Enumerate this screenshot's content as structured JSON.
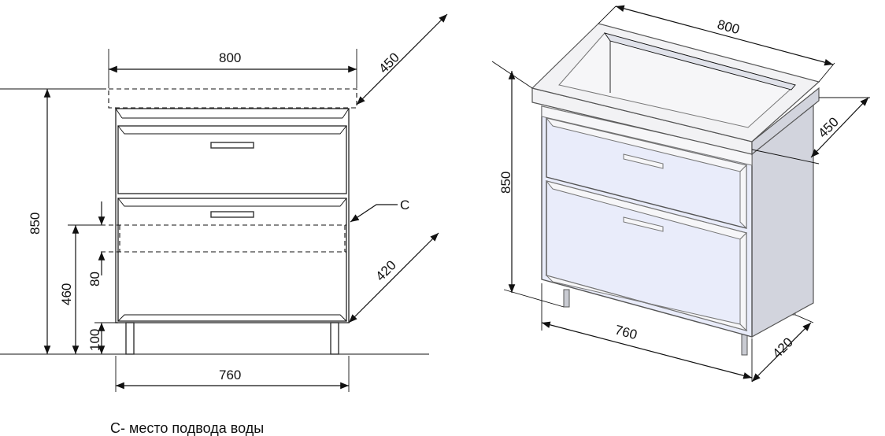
{
  "front_view": {
    "width_top": "800",
    "depth_top": "450",
    "height_total": "850",
    "water_height": "460",
    "water_zone": "80",
    "leg_height": "100",
    "width_bottom": "760",
    "depth_bottom": "420",
    "marker": "С"
  },
  "iso_view": {
    "width_top": "800",
    "depth_top": "450",
    "height_total": "850",
    "width_bottom": "760",
    "depth_bottom": "420"
  },
  "caption": "С- место подвода воды"
}
